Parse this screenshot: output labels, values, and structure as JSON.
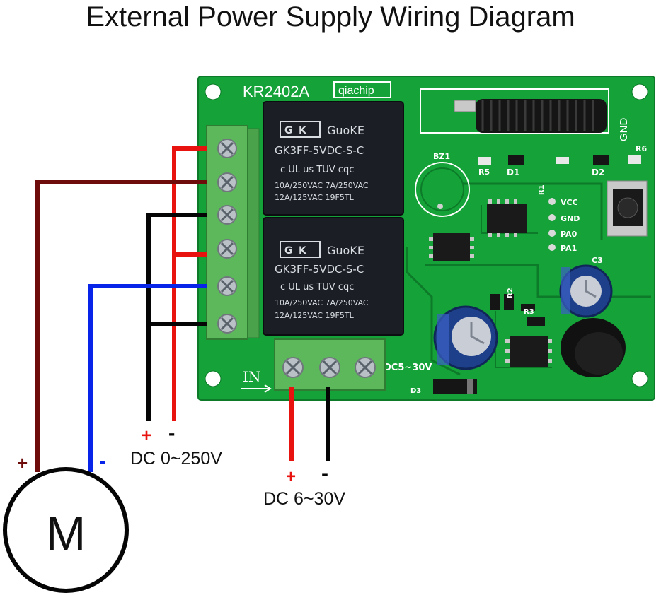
{
  "title": "External Power Supply Wiring Diagram",
  "board": {
    "model": "KR2402A",
    "brand": "qiachip",
    "in_label": "IN",
    "dc_input_label": "DC5~30V",
    "gnd_label": "GND",
    "buzzer_label": "BZ1",
    "pin_labels": [
      "VCC",
      "GND",
      "PA0",
      "PA1"
    ],
    "component_labels": [
      "R5",
      "D1",
      "R6",
      "D2",
      "D3",
      "R1",
      "R2",
      "R3",
      "C3"
    ]
  },
  "relays": [
    {
      "brand": "GuoKE",
      "model": "GK3FF-5VDC-S-C",
      "marks": "c UL us  TUV  cqc",
      "rating_line1": "10A/250VAC  7A/250VAC",
      "rating_line2": "12A/125VAC   19F5TL"
    },
    {
      "brand": "GuoKE",
      "model": "GK3FF-5VDC-S-C",
      "marks": "c UL us  TUV  cqc",
      "rating_line1": "10A/250VAC  7A/250VAC",
      "rating_line2": "12A/125VAC   19F5TL"
    }
  ],
  "labels": {
    "load_supply": "DC 0~250V",
    "load_plus": "+",
    "load_minus": "-",
    "module_supply": "DC 6~30V",
    "module_plus": "+",
    "module_minus": "-",
    "motor": "M",
    "motor_plus": "+",
    "motor_minus": "-"
  },
  "colors": {
    "pcb": "#15a238",
    "relay": "#1b1f25",
    "terminal": "#5db85c",
    "red_wire": "#e8120f",
    "black_wire": "#050505",
    "brown_wire": "#6e0b0b",
    "blue_wire": "#0724e8"
  }
}
